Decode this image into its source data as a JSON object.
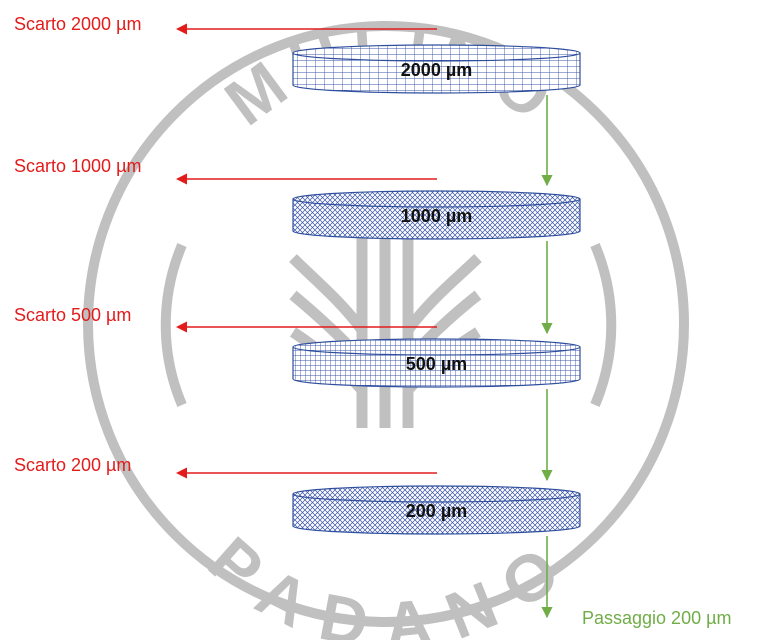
{
  "colors": {
    "reject": "#e31b1b",
    "pass": "#70ad47",
    "sieve_outline": "#2f4f9e",
    "sieve_mesh": "#3a55a8",
    "watermark": "#bdbdbd",
    "label": "#111111"
  },
  "watermark": {
    "top_text": "MULINO",
    "bottom_text": "PADANO",
    "emblem": "wheat-ear-emblem"
  },
  "sieves": [
    {
      "label": "2000 µm",
      "reject_label": "Scarto 2000 µm",
      "mesh": "coarse-grid"
    },
    {
      "label": "1000 µm",
      "reject_label": "Scarto 1000 µm",
      "mesh": "fine-crosshatch"
    },
    {
      "label": "500 µm",
      "reject_label": "Scarto 500 µm",
      "mesh": "grid"
    },
    {
      "label": "200 µm",
      "reject_label": "Scarto 200 µm",
      "mesh": "fine-crosshatch"
    }
  ],
  "pass_label": "Passaggio 200 µm"
}
